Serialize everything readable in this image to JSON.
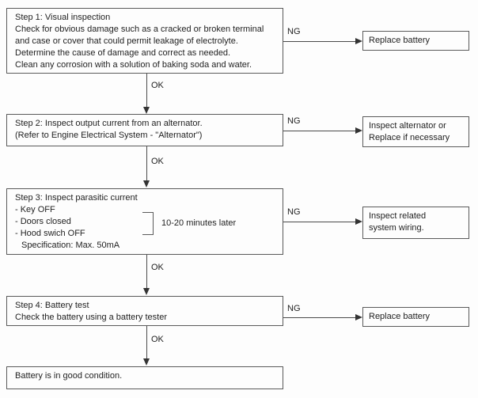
{
  "flowchart": {
    "labels": {
      "ok": "OK",
      "ng": "NG"
    },
    "step1": {
      "lines": [
        "Step 1: Visual inspection",
        "Check for obvious damage such as a cracked or broken terminal",
        "and case or cover that could permit leakage of electrolyte.",
        "Determine the cause of damage and correct as needed.",
        "Clean any corrosion with a solution of baking soda and water."
      ],
      "ng_action": [
        "Replace battery"
      ]
    },
    "step2": {
      "lines": [
        "Step 2: Inspect output current from an alternator.",
        "(Refer to Engine Electrical System - \"Alternator\")"
      ],
      "ng_action": [
        "Inspect alternator or",
        "Replace if necessary"
      ]
    },
    "step3": {
      "lines": [
        "Step 3: Inspect parasitic current",
        "- Key OFF",
        "- Doors closed",
        "- Hood swich OFF",
        "Specification: Max. 50mA"
      ],
      "bracket_note": "10-20 minutes later",
      "ng_action": [
        "Inspect related",
        "system wiring."
      ]
    },
    "step4": {
      "lines": [
        "Step 4: Battery test",
        "Check the battery using a battery tester"
      ],
      "ng_action": [
        "Replace battery"
      ]
    },
    "result": {
      "lines": [
        "Battery is in good condition."
      ]
    }
  }
}
